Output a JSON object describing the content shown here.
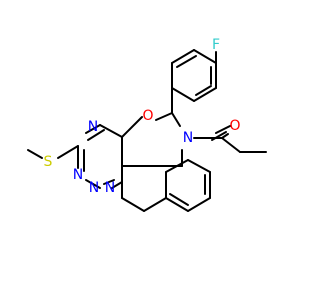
{
  "molecule": {
    "atoms": {
      "f": {
        "label": "F",
        "color": "#33cccc"
      },
      "o1": {
        "label": "O",
        "color": "#ff0000"
      },
      "o2": {
        "label": "O",
        "color": "#ff0000"
      },
      "s": {
        "label": "S",
        "color": "#cccc00"
      },
      "n1": {
        "label": "N",
        "color": "#0000ff"
      },
      "n2": {
        "label": "N",
        "color": "#0000ff"
      },
      "n3": {
        "label": "N",
        "color": "#0000ff"
      },
      "n4": {
        "label": "N",
        "color": "#0000ff"
      },
      "n5": {
        "label": "N",
        "color": "#0000ff"
      }
    }
  }
}
